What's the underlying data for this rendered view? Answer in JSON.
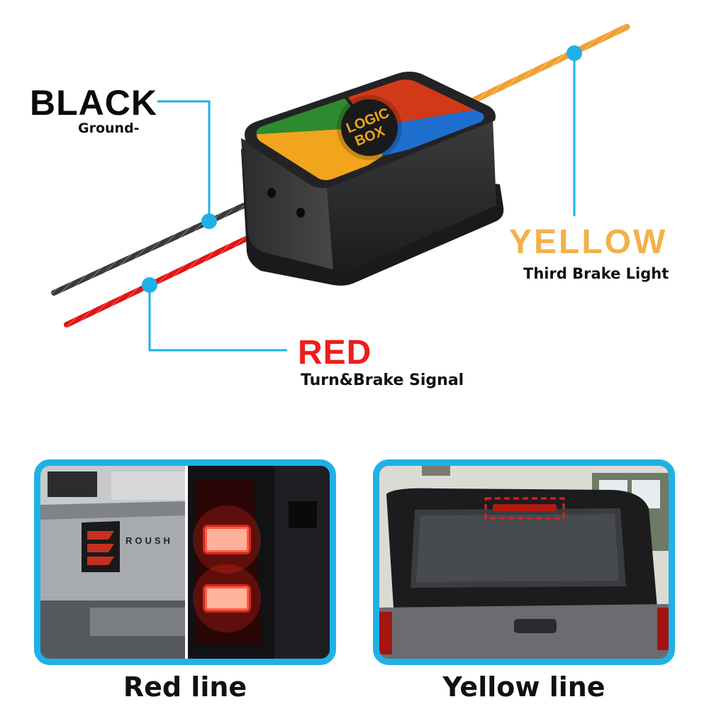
{
  "wires": {
    "black": {
      "title": "BLACK",
      "subtitle": "Ground-",
      "color": "#0a0a0a",
      "wire_color": "#3a3a3a"
    },
    "yellow": {
      "title": "YELLOW",
      "subtitle": "Third Brake Light",
      "color": "#f3b04a",
      "wire_color": "#f0a030"
    },
    "red": {
      "title": "RED",
      "subtitle": "Turn&Brake Signal",
      "color": "#ee1c1c",
      "wire_color": "#e01515"
    }
  },
  "device": {
    "logo_line1": "LOGIC",
    "logo_line2": "BOX",
    "quadrant_colors": [
      "#2e8a2e",
      "#d03a18",
      "#1f6fd1",
      "#f2a51c"
    ]
  },
  "accent_color": "#1fb1e6",
  "photos": {
    "red": {
      "caption": "Red line",
      "badge_text": "ROUSH"
    },
    "yellow": {
      "caption": "Yellow line"
    }
  }
}
